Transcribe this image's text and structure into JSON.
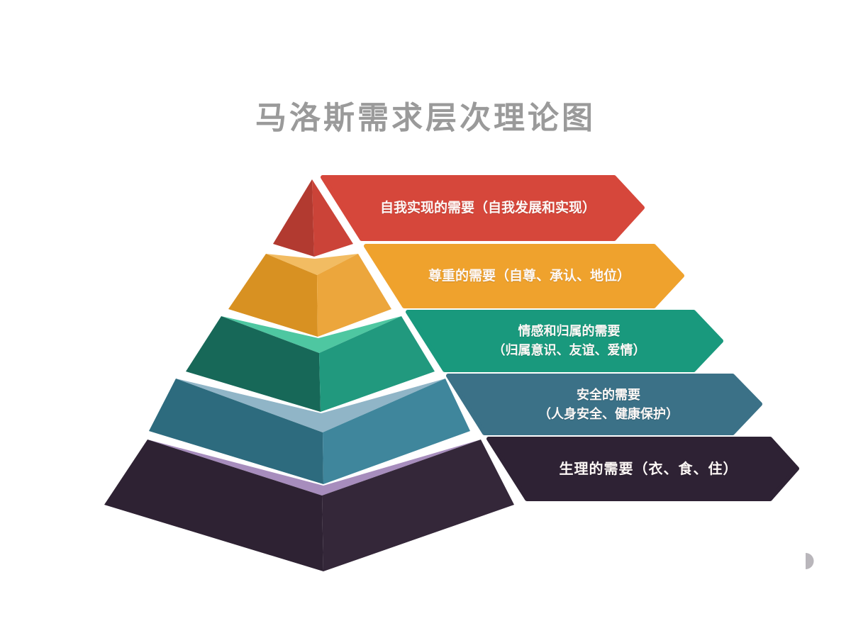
{
  "title": "马洛斯需求层次理论图",
  "title_color": "#9a9a9a",
  "pyramid": {
    "levels": [
      {
        "id": "self-actualization",
        "left": "#b23a30",
        "right": "#cb4338"
      },
      {
        "id": "esteem",
        "band": "#f2bc62",
        "left": "#d89122",
        "right": "#eca63c"
      },
      {
        "id": "love-belonging",
        "band": "#4ec7a1",
        "left": "#176858",
        "right": "#21997e"
      },
      {
        "id": "safety",
        "band": "#90b5c7",
        "left": "#2d6b7e",
        "right": "#3f869c"
      },
      {
        "id": "physiological",
        "band": "#a78dbd",
        "left": "#2e2233",
        "right": "#342739"
      }
    ]
  },
  "banners": [
    {
      "color": "#d6473b",
      "lines": [
        "自我实现的需要（自我发展和实现）"
      ]
    },
    {
      "color": "#efa22d",
      "lines": [
        "尊重的需要（自尊、承认、地位）"
      ]
    },
    {
      "color": "#19997d",
      "lines": [
        "情感和归属的需要",
        "（归属意识、友谊、爱情）"
      ]
    },
    {
      "color": "#3b7187",
      "lines": [
        "安全的需要",
        "（人身安全、健康保护）"
      ]
    },
    {
      "color": "#2e2234",
      "lines": [
        "生理的需要（衣、食、住）"
      ]
    }
  ],
  "decor": {
    "watermark_color": "#b9b6bb"
  }
}
